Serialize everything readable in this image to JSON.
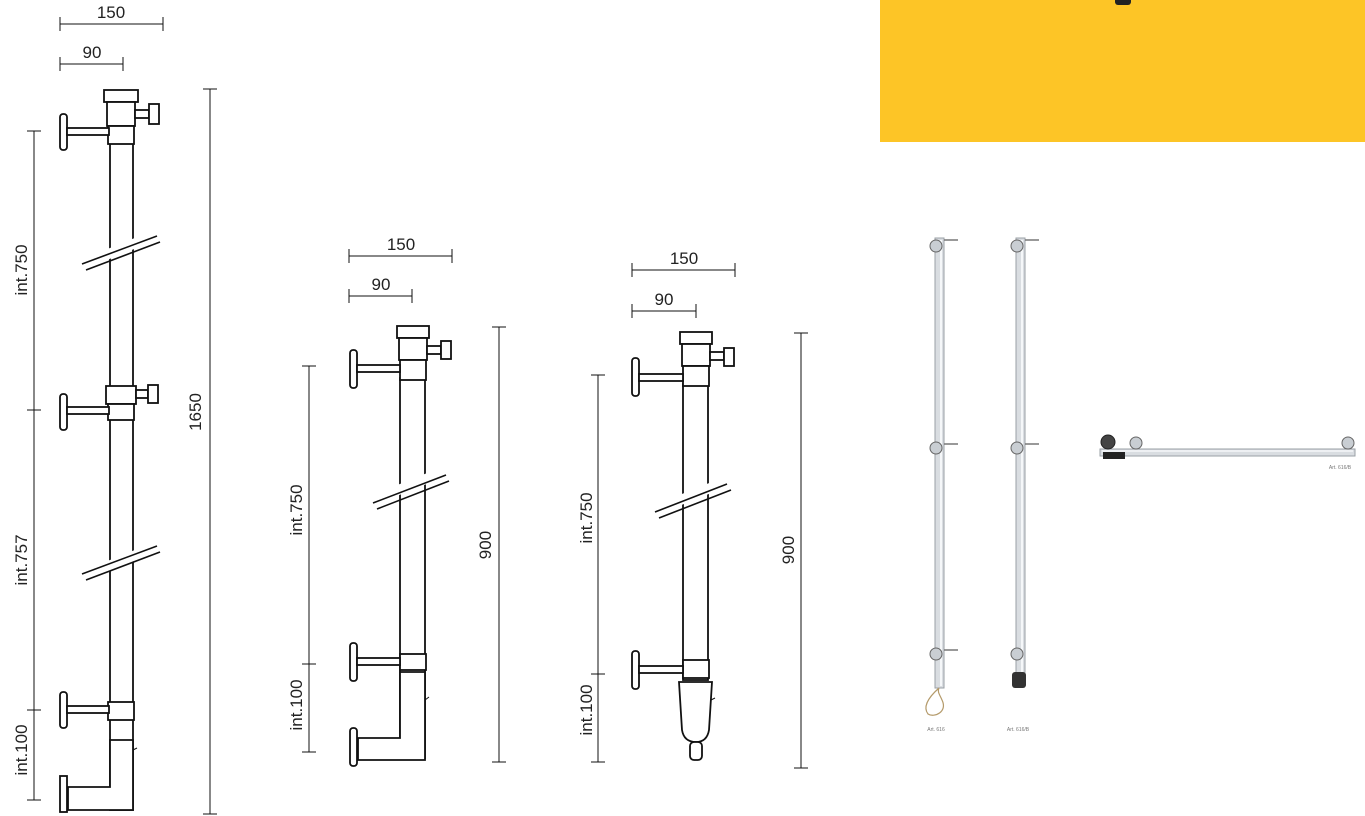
{
  "drawing1": {
    "dim_width": "150",
    "dim_offset": "90",
    "dim_total": "1650",
    "int_top": "int.750",
    "int_mid": "int.757",
    "int_bottom": "int.100"
  },
  "drawing2": {
    "dim_width": "150",
    "dim_offset": "90",
    "dim_total": "900",
    "int_top": "int.750",
    "int_bottom": "int.100"
  },
  "drawing3": {
    "dim_width": "150",
    "dim_offset": "90",
    "dim_total": "900",
    "int_top": "int.750",
    "int_bottom": "int.100"
  },
  "photo": {
    "caption1": "Art. 616",
    "caption2": "Art. 616/B",
    "caption3": "Art. 616/B"
  },
  "colors": {
    "banner": "#fdc526",
    "line": "#111111"
  }
}
